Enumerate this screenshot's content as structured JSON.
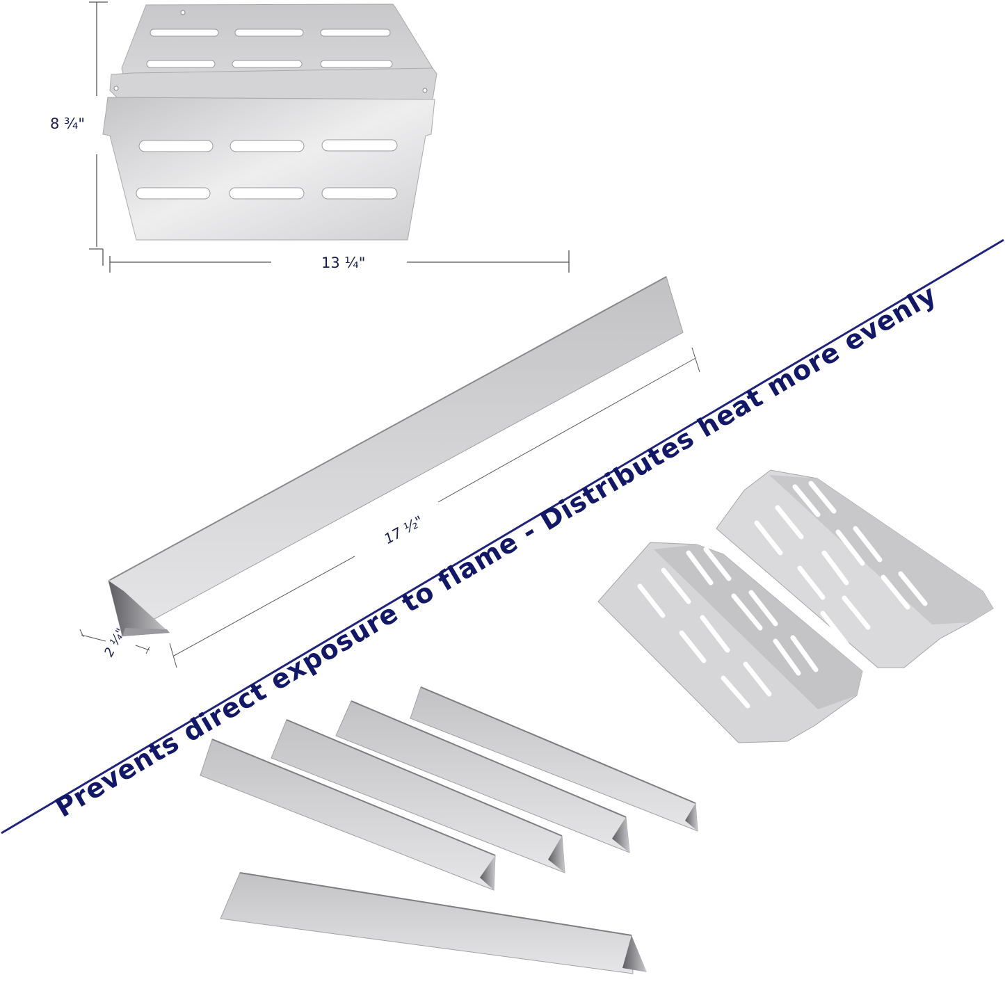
{
  "product_image": {
    "dimensions": {
      "deflector_height": "8 ¾\"",
      "deflector_width": "13 ¼\"",
      "bar_length": "17 ½\"",
      "bar_width": "2 ¼\""
    },
    "tagline": "Prevents direct exposure to flame - Distributes heat more evenly",
    "colors": {
      "text": "#121866",
      "tagline_line": "#1f237a",
      "steel_light": "#e4e4e6",
      "steel_mid": "#c9c9cc",
      "steel_dark": "#8d8d91",
      "dimension_line": "#555555"
    },
    "items": [
      {
        "name": "heat deflector (top view)",
        "count": 1
      },
      {
        "name": "flavorizer bar (dimensioned)",
        "count": 1
      },
      {
        "name": "heat deflectors (angled)",
        "count": 2
      },
      {
        "name": "flavorizer bars",
        "count": 5
      }
    ]
  }
}
